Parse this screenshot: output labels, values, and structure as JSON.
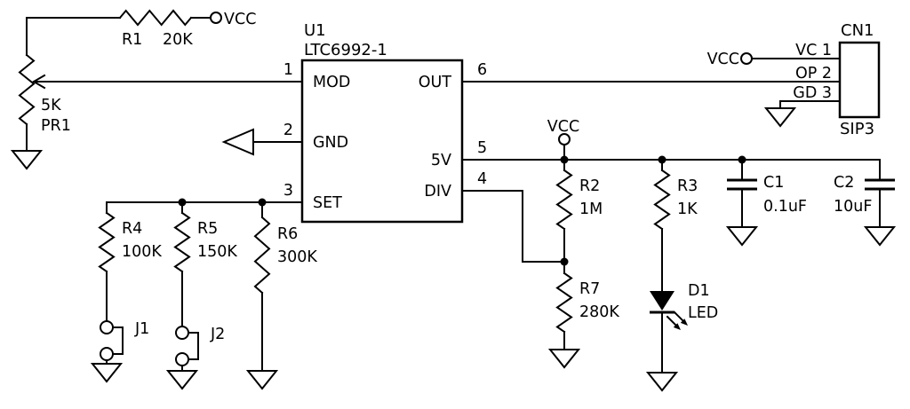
{
  "nets": {
    "vcc": "VCC"
  },
  "ic": {
    "ref": "U1",
    "part": "LTC6992-1",
    "pins": {
      "mod": {
        "name": "MOD",
        "num": "1"
      },
      "gnd": {
        "name": "GND",
        "num": "2"
      },
      "set": {
        "name": "SET",
        "num": "3"
      },
      "out": {
        "name": "OUT",
        "num": "6"
      },
      "v5": {
        "name": "5V",
        "num": "5"
      },
      "div": {
        "name": "DIV",
        "num": "4"
      }
    }
  },
  "resistors": {
    "r1": {
      "ref": "R1",
      "value": "20K"
    },
    "r2": {
      "ref": "R2",
      "value": "1M"
    },
    "r3": {
      "ref": "R3",
      "value": "1K"
    },
    "r4": {
      "ref": "R4",
      "value": "100K"
    },
    "r5": {
      "ref": "R5",
      "value": "150K"
    },
    "r6": {
      "ref": "R6",
      "value": "300K"
    },
    "r7": {
      "ref": "R7",
      "value": "280K"
    }
  },
  "potentiometer": {
    "ref": "PR1",
    "value": "5K"
  },
  "capacitors": {
    "c1": {
      "ref": "C1",
      "value": "0.1uF"
    },
    "c2": {
      "ref": "C2",
      "value": "10uF"
    }
  },
  "diode": {
    "ref": "D1",
    "value": "LED"
  },
  "jumpers": {
    "j1": {
      "ref": "J1"
    },
    "j2": {
      "ref": "J2"
    }
  },
  "connector": {
    "ref": "CN1",
    "type": "SIP3",
    "pins": [
      "VC 1",
      "OP 2",
      "GD 3"
    ]
  },
  "colors": {
    "line": "#000000",
    "background": "#ffffff"
  }
}
